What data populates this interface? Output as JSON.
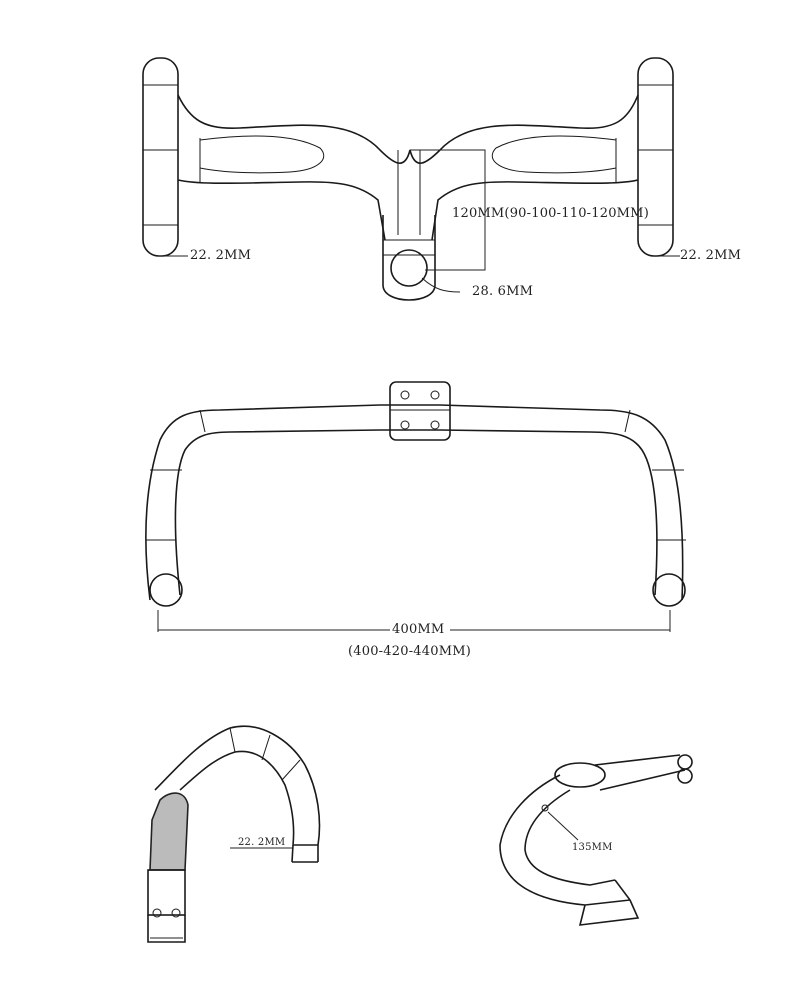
{
  "top_view": {
    "left_bar_diameter": "22. 2MM",
    "right_bar_diameter": "22. 2MM",
    "stem_length": "120MM(90-100-110-120MM)",
    "steerer_diameter": "28. 6MM"
  },
  "front_view": {
    "width": "400MM",
    "width_options": "(400-420-440MM)"
  },
  "side_view": {
    "bar_diameter": "22. 2MM"
  },
  "perspective_view": {
    "drop": "135MM"
  },
  "colors": {
    "line": "#1a1a1a",
    "background": "#ffffff"
  }
}
